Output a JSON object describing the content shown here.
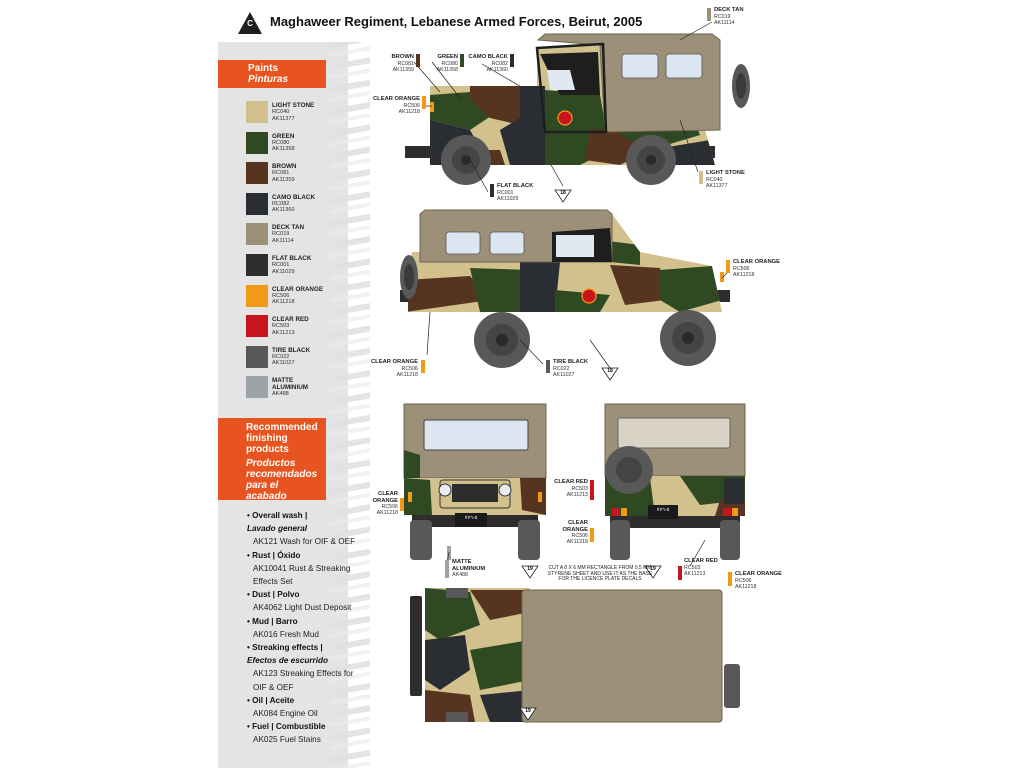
{
  "header": {
    "badge": "C",
    "title": "Maghaweer Regiment, Lebanese Armed Forces, Beirut, 2005"
  },
  "paints": {
    "heading_en": "Paints",
    "heading_es": "Pinturas",
    "items": [
      {
        "name": "LIGHT STONE",
        "code1": "RC040",
        "code2": "AK11377",
        "color": "#d2c18d"
      },
      {
        "name": "GREEN",
        "code1": "RC080",
        "code2": "AK11358",
        "color": "#2f4a23"
      },
      {
        "name": "BROWN",
        "code1": "RC081",
        "code2": "AK11359",
        "color": "#57341f"
      },
      {
        "name": "CAMO BLACK",
        "code1": "RC082",
        "code2": "AK11360",
        "color": "#2a2e33"
      },
      {
        "name": "DECK TAN",
        "code1": "RC019",
        "code2": "AK11114",
        "color": "#9c9078"
      },
      {
        "name": "FLAT BLACK",
        "code1": "RC001",
        "code2": "AK11029",
        "color": "#2d2d2d"
      },
      {
        "name": "CLEAR ORANGE",
        "code1": "RC506",
        "code2": "AK11218",
        "color": "#f29a17"
      },
      {
        "name": "CLEAR RED",
        "code1": "RC503",
        "code2": "AK11213",
        "color": "#c8141d"
      },
      {
        "name": "TIRE BLACK",
        "code1": "RC022",
        "code2": "AK11027",
        "color": "#585858"
      },
      {
        "name": "MATTE ALUMINIUM",
        "code1": "AK488",
        "code2": "",
        "color": "#9da4a8"
      }
    ]
  },
  "finishing": {
    "heading_en": "Recommended finishing products",
    "heading_es": "Productos recomendados para el acabado",
    "groups": [
      {
        "cat_en": "Overall wash |",
        "cat_es": "Lavado general",
        "products": [
          "AK121 Wash for OIF & OEF"
        ]
      },
      {
        "cat_en": "Rust | Óxido",
        "cat_es": "",
        "products": [
          "AK10041 Rust & Streaking",
          "Effects Set"
        ]
      },
      {
        "cat_en": "Dust | Polvo",
        "cat_es": "",
        "products": [
          "AK4062 Light Dust Deposit"
        ]
      },
      {
        "cat_en": "Mud | Barro",
        "cat_es": "",
        "products": [
          "AK016 Fresh Mud"
        ]
      },
      {
        "cat_en": "Streaking effects |",
        "cat_es": "Efectos de escurrido",
        "products": [
          "AK123 Streaking Effects for",
          "OIF & OEF"
        ]
      },
      {
        "cat_en": "Oil | Aceite",
        "cat_es": "",
        "products": [
          "AK084 Engine Oil"
        ]
      },
      {
        "cat_en": "Fuel | Combustible",
        "cat_es": "",
        "products": [
          "AK025 Fuel Stains"
        ]
      }
    ]
  },
  "callouts": {
    "deck_tan": {
      "name": "DECK TAN",
      "c1": "RC019",
      "c2": "AK11114"
    },
    "brown": {
      "name": "BROWN",
      "c1": "RC081",
      "c2": "AK11359"
    },
    "green": {
      "name": "GREEN",
      "c1": "RC080",
      "c2": "AK11358"
    },
    "camo_black": {
      "name": "CAMO BLACK",
      "c1": "RC082",
      "c2": "AK11360"
    },
    "clear_orange_1": {
      "name": "CLEAR ORANGE",
      "c1": "RC506",
      "c2": "AK11218"
    },
    "flat_black": {
      "name": "FLAT BLACK",
      "c1": "RC001",
      "c2": "AK11029"
    },
    "light_stone": {
      "name": "LIGHT STONE",
      "c1": "RC040",
      "c2": "AK11377"
    },
    "clear_orange_2": {
      "name": "CLEAR ORANGE",
      "c1": "RC506",
      "c2": "AK11218"
    },
    "clear_orange_3": {
      "name": "CLEAR ORANGE",
      "c1": "RC506",
      "c2": "AK11218"
    },
    "tire_black": {
      "name": "TIRE BLACK",
      "c1": "RC022",
      "c2": "AK11027"
    },
    "clear_orange_4": {
      "name": "CLEAR ORANGE",
      "c1": "RC506",
      "c2": "AK11218"
    },
    "matte_aluminium": {
      "name": "MATTE ALUMINIUM",
      "c1": "AK488"
    },
    "clear_red_1": {
      "name": "CLEAR RED",
      "c1": "RC503",
      "c2": "AK11213"
    },
    "clear_orange_5": {
      "name": "CLEAR ORANGE",
      "c1": "RC506",
      "c2": "AK11218"
    },
    "clear_red_2": {
      "name": "CLEAR RED",
      "c1": "RC503",
      "c2": "AK11213"
    },
    "clear_orange_6": {
      "name": "CLEAR ORANGE",
      "c1": "RC506",
      "c2": "AK11218"
    }
  },
  "markers": {
    "m1": "18",
    "m2": "18",
    "m3": "19",
    "m4": "19",
    "m5": "19"
  },
  "note": "CUT A 8 X 6 MM RECTANGLE FROM 0,5 MM STYRENE SHEET AND USE IT AS THE BASE FOR THE LICENCE PLATE DECALS",
  "plate": "٥-٧٧٦"
}
